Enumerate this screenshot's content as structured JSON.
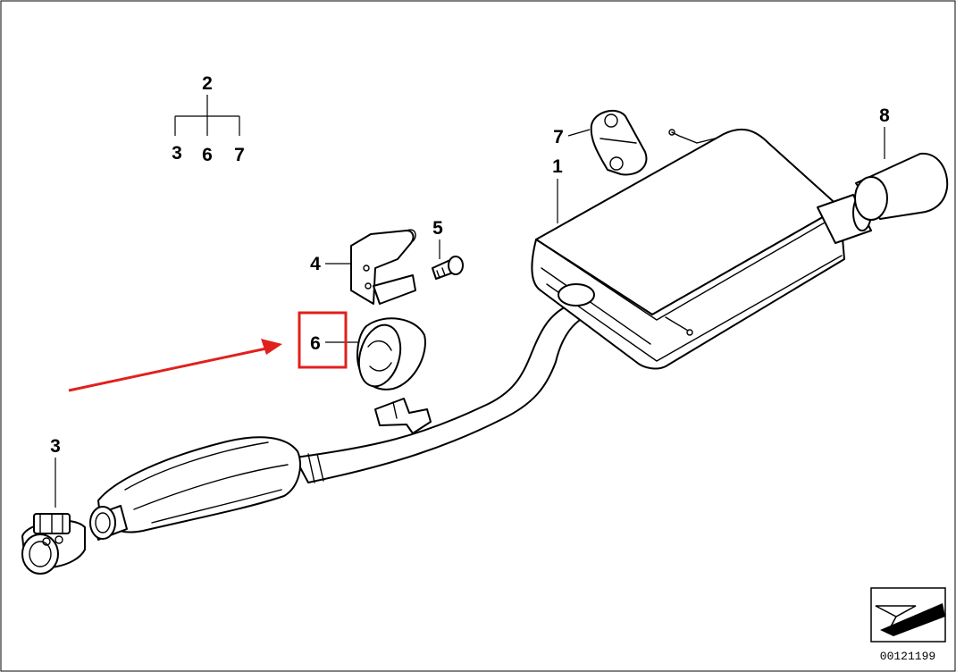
{
  "diagram": {
    "group_header": "2",
    "group_children": [
      "3",
      "6",
      "7"
    ],
    "callouts": {
      "p1": "1",
      "p3": "3",
      "p4": "4",
      "p5": "5",
      "p6": "6",
      "p7": "7",
      "p8": "8"
    },
    "highlight_color": "#e0201c",
    "document_number": "00121199"
  }
}
